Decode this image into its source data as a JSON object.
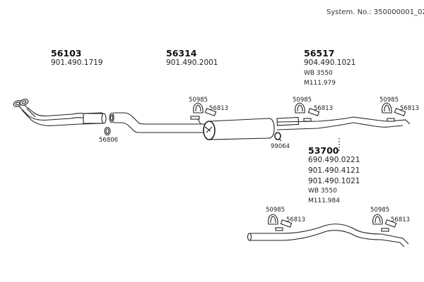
{
  "header": {
    "system_no": "System. No.: 350000001_02"
  },
  "groups": [
    {
      "part_no": "56103",
      "refs": [
        "901.490.1719"
      ]
    },
    {
      "part_no": "56314",
      "refs": [
        "901.490.2001"
      ]
    },
    {
      "part_no": "56517",
      "refs": [
        "904.490.1021",
        "WB 3550",
        "M111.979"
      ]
    },
    {
      "part_no": "53700",
      "refs": [
        "690.490.0221",
        "901.490.4121",
        "901.490.1021",
        "WB 3550",
        "M111.984"
      ]
    }
  ],
  "labels": {
    "ring": "56806",
    "clamp": "99064",
    "rubber_hanger": "50985",
    "bracket": "56813"
  }
}
